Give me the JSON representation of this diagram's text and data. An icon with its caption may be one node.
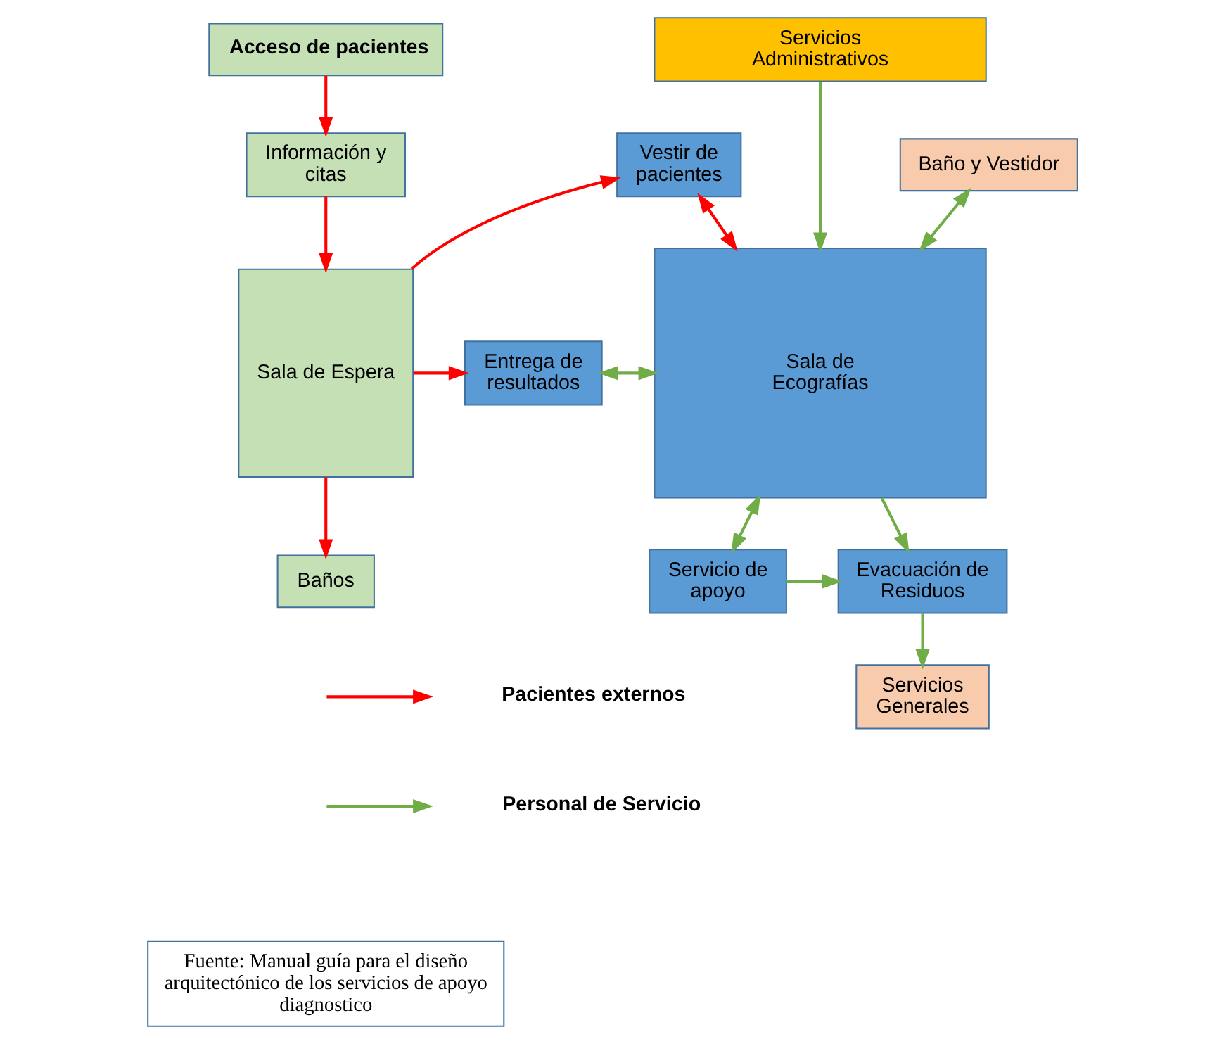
{
  "diagram": {
    "nodes": [
      {
        "text": [
          "Acceso de pacientes"
        ]
      },
      {
        "text": [
          "Información y citas"
        ]
      },
      {
        "text": [
          "Sala de Espera"
        ]
      },
      {
        "text": [
          "Baños"
        ]
      },
      {
        "text": [
          "Servicios Administrativos"
        ]
      },
      {
        "text": [
          "Baño y Vestidor"
        ]
      },
      {
        "text": [
          "Entrega de resultados"
        ]
      },
      {
        "text": [
          "Vestir de pacientes"
        ]
      },
      {
        "text": [
          "Sala de Ecografías"
        ]
      },
      {
        "text": [
          "Servicio de apoyo"
        ]
      },
      {
        "text": [
          "Evacuación de Residuos"
        ]
      },
      {
        "text": [
          "Servicios Generales"
        ]
      }
    ],
    "edges": [
      {
        "from": 0,
        "to": 1,
        "arrow": "to",
        "color": "#ff0000"
      },
      {
        "from": 1,
        "to": 2,
        "arrow": "to",
        "color": "#ff0000"
      },
      {
        "from": 2,
        "to": 6,
        "arrow": "to",
        "color": "#ff0000"
      },
      {
        "from": 2,
        "to": 7,
        "arrow": "to",
        "color": "#ff0000"
      },
      {
        "from": 2,
        "to": 3,
        "arrow": "to",
        "color": "#ff0000"
      },
      {
        "from": 4,
        "to": 8,
        "arrow": "to"
      },
      {
        "from": 5,
        "to": 8,
        "arrow": "both"
      },
      {
        "from": 6,
        "to": 8,
        "arrow": "both"
      },
      {
        "from": 7,
        "to": 8,
        "arrow": "both",
        "color": "#ff0000"
      },
      {
        "from": 8,
        "to": 9,
        "arrow": "both"
      },
      {
        "from": 8,
        "to": 10,
        "arrow": "to"
      },
      {
        "from": 9,
        "to": 10,
        "arrow": "to"
      },
      {
        "from": 10,
        "to": 11,
        "arrow": "to"
      }
    ],
    "labels": [
      "Fuente: Manual guía para el diseño arquitectónico de los servicios de apoyo diagnostico"
    ],
    "legend": [
      {
        "text": "Pacientes externos"
      },
      {
        "text": "Personal de Servicio"
      }
    ]
  }
}
